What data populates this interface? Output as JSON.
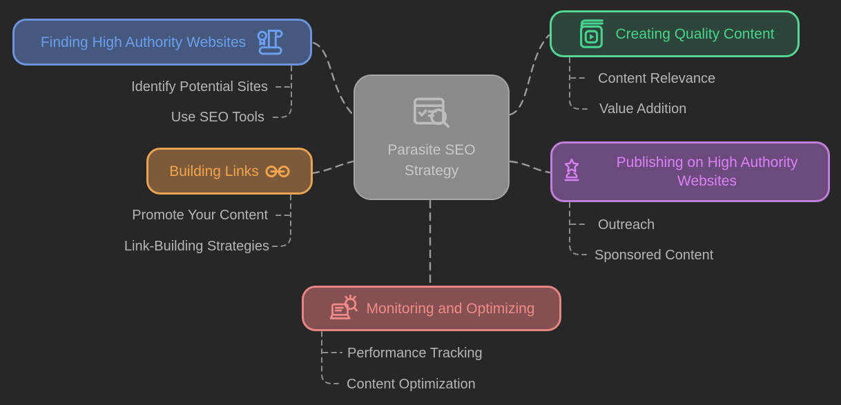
{
  "diagram": {
    "background": "#272727",
    "connector_color": "#9b9b9b",
    "leaf_text_color": "#b5b5b5",
    "root": {
      "label": "Parasite SEO Strategy",
      "label_lines": [
        "Parasite SEO",
        "Strategy"
      ],
      "icon": "browser-search-icon",
      "fill": "#8a8a8a",
      "border": "#a6a6a6",
      "text_color": "#c9c9c9"
    },
    "branches": [
      {
        "label": "Finding High Authority Websites",
        "icon": "certificate-icon",
        "fill": "#44597d",
        "border": "#6d94dd",
        "text_color": "#6d9ef0",
        "children": [
          "Identify Potential Sites",
          "Use SEO Tools"
        ]
      },
      {
        "label": "Building Links",
        "icon": "chain-link-icon",
        "fill": "#7c5a3a",
        "border": "#e9a355",
        "text_color": "#f3a44f",
        "children": [
          "Promote Your Content",
          "Link-Building Strategies"
        ]
      },
      {
        "label": "Creating Quality Content",
        "icon": "book-play-icon",
        "fill": "#2d4639",
        "border": "#55d795",
        "text_color": "#46d48e",
        "children": [
          "Content Relevance",
          "Value Addition"
        ]
      },
      {
        "label": "Publishing on High Authority Websites",
        "icon": "trophy-star-icon",
        "fill": "#6c4a7d",
        "border": "#c07fdb",
        "text_color": "#d783f5",
        "children": [
          "Outreach",
          "Sponsored Content"
        ]
      },
      {
        "label": "Monitoring and Optimizing",
        "icon": "laptop-search-icon",
        "fill": "#855051",
        "border": "#e98585",
        "text_color": "#f18b89",
        "children": [
          "Performance Tracking",
          "Content Optimization"
        ]
      }
    ]
  }
}
